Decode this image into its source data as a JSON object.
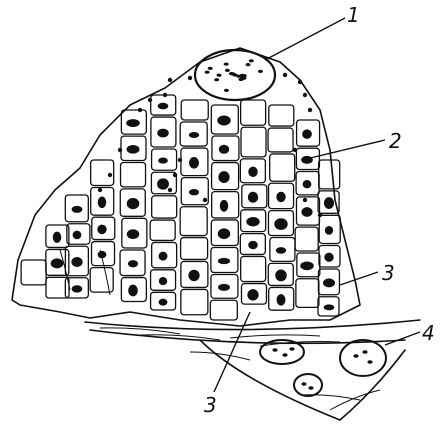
{
  "labels": [
    {
      "id": "l1",
      "text": "1"
    },
    {
      "id": "l2",
      "text": "2"
    },
    {
      "id": "l3a",
      "text": "3"
    },
    {
      "id": "l3b",
      "text": "3"
    },
    {
      "id": "l4",
      "text": "4"
    }
  ],
  "colors": {
    "ink": "#111111",
    "paper": "#ffffff"
  }
}
